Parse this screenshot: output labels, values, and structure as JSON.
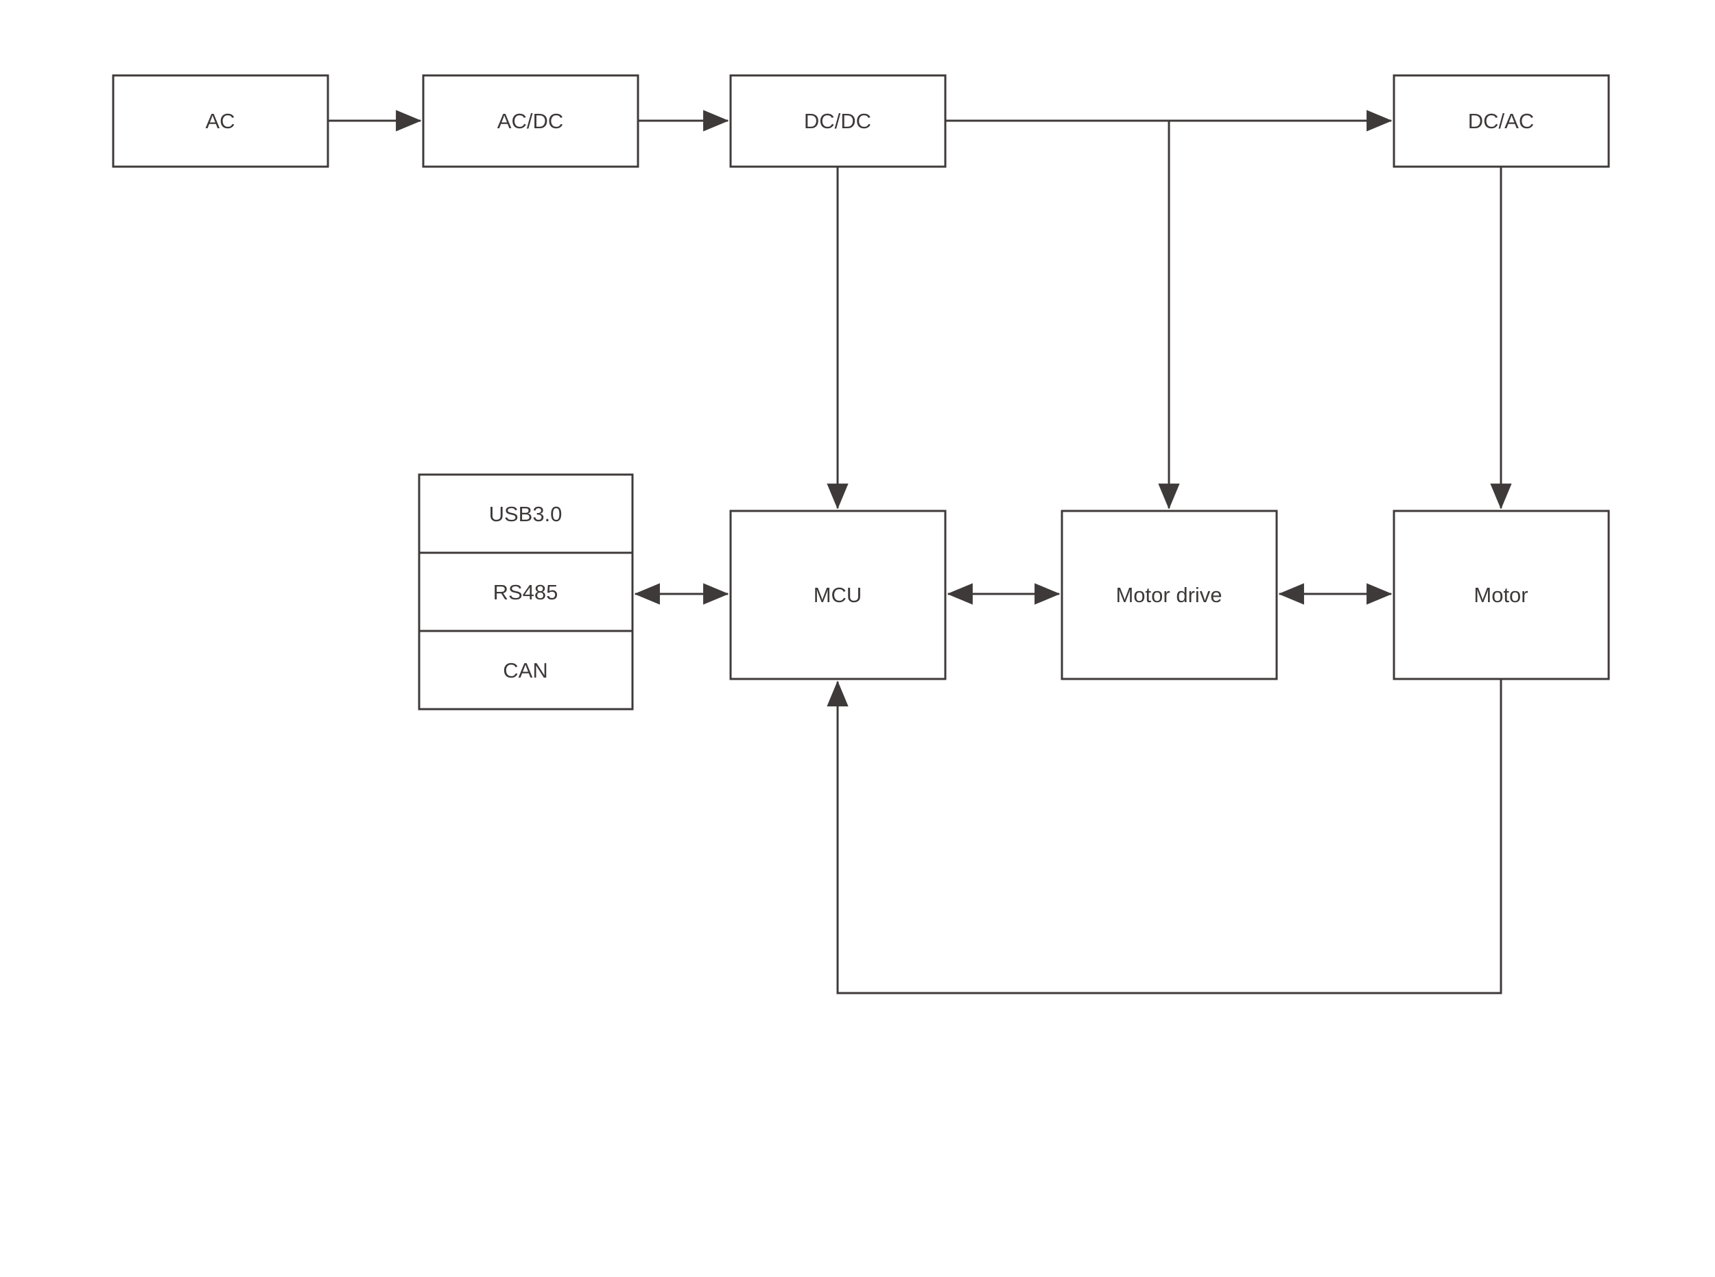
{
  "diagram": {
    "type": "block-diagram",
    "colors": {
      "background": "#ffffff",
      "box_fill": "#ffffff",
      "line": "#3f3a3a",
      "text": "#3d3939"
    },
    "nodes": {
      "ac": {
        "label": "AC"
      },
      "acdc": {
        "label": "AC/DC"
      },
      "dcdc": {
        "label": "DC/DC"
      },
      "dcac": {
        "label": "DC/AC"
      },
      "usb": {
        "label": "USB3.0"
      },
      "rs485": {
        "label": "RS485"
      },
      "can": {
        "label": "CAN"
      },
      "mcu": {
        "label": "MCU"
      },
      "motor_drive": {
        "label": "Motor drive"
      },
      "motor": {
        "label": "Motor"
      }
    },
    "edges": [
      {
        "from": "AC",
        "to": "AC/DC",
        "type": "arrow"
      },
      {
        "from": "AC/DC",
        "to": "DC/DC",
        "type": "arrow"
      },
      {
        "from": "DC/DC",
        "to": "DC/AC",
        "type": "arrow"
      },
      {
        "from": "DC/DC",
        "to": "MCU",
        "type": "arrow"
      },
      {
        "from": "DC/DC-DC/AC junction",
        "to": "Motor drive",
        "type": "arrow"
      },
      {
        "from": "DC/AC",
        "to": "Motor",
        "type": "arrow"
      },
      {
        "from": "RS485",
        "to": "MCU",
        "type": "bidirectional"
      },
      {
        "from": "MCU",
        "to": "Motor drive",
        "type": "bidirectional"
      },
      {
        "from": "Motor drive",
        "to": "Motor",
        "type": "bidirectional"
      },
      {
        "from": "Motor",
        "to": "MCU",
        "type": "feedback-arrow"
      }
    ]
  }
}
